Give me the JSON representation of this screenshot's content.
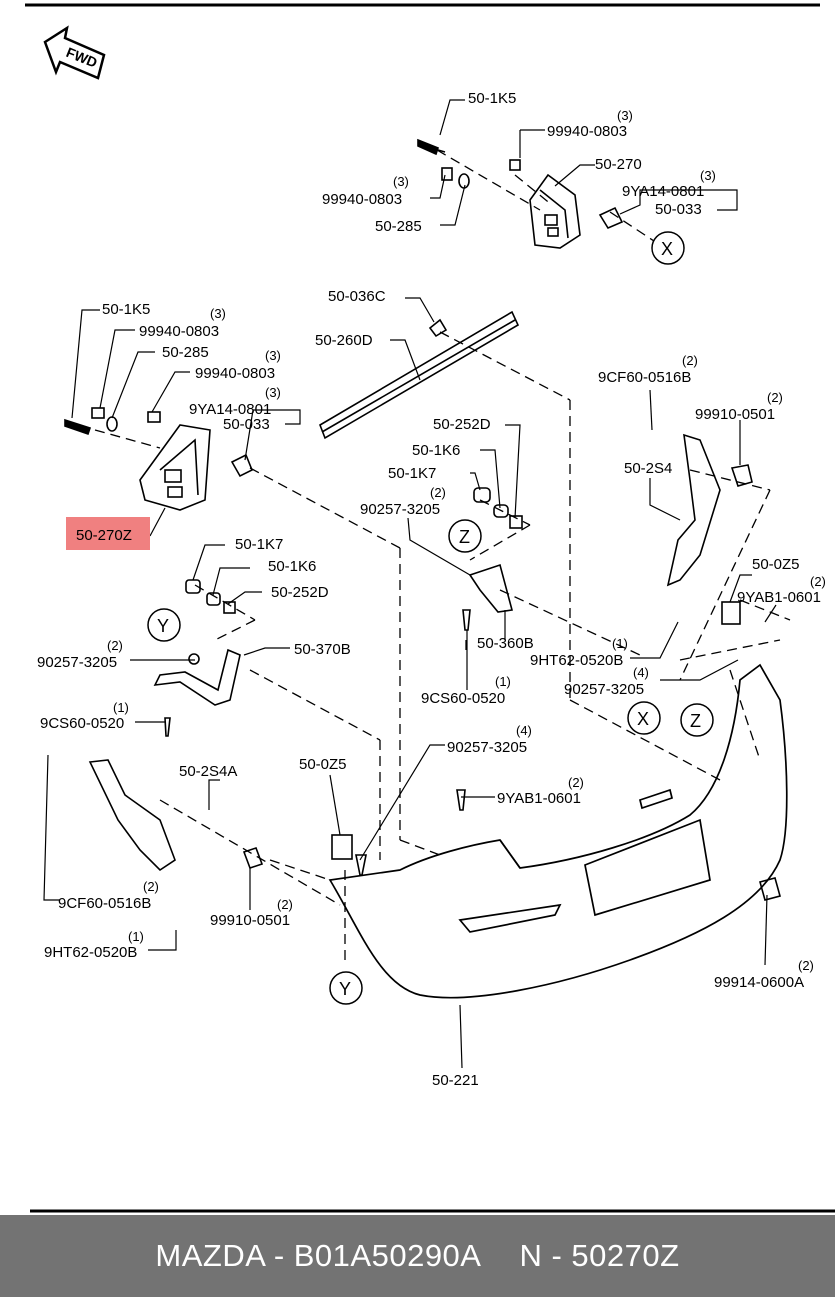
{
  "direction_arrow": "FWD",
  "callout_letters": {
    "x": "X",
    "y": "Y",
    "z": "Z"
  },
  "labels": {
    "top_501k5": "50-1K5",
    "top_99940_a": "99940-0803",
    "top_99940_a_qty": "(3)",
    "top_50270": "50-270",
    "top_9ya14": "9YA14-0801",
    "top_9ya14_qty": "(3)",
    "top_50033": "50-033",
    "top_99940_b": "99940-0803",
    "top_99940_b_qty": "(3)",
    "top_50285": "50-285",
    "l_501k5": "50-1K5",
    "l_99940_a": "99940-0803",
    "l_99940_a_qty": "(3)",
    "l_50285": "50-285",
    "l_99940_b": "99940-0803",
    "l_99940_b_qty": "(3)",
    "l_9ya14": "9YA14-0801",
    "l_9ya14_qty": "(3)",
    "l_50033": "50-033",
    "l_50270z": "50-270Z",
    "c_50036c": "50-036C",
    "c_50260d": "50-260D",
    "c_50252d": "50-252D",
    "c_501k6": "50-1K6",
    "c_501k7": "50-1K7",
    "c_90257": "90257-3205",
    "c_90257_qty": "(2)",
    "m_501k7": "50-1K7",
    "m_501k6": "50-1K6",
    "m_50252d": "50-252D",
    "m_50370b": "50-370B",
    "m_90257": "90257-3205",
    "m_90257_qty": "(2)",
    "m_9cs60": "9CS60-0520",
    "m_9cs60_qty": "(1)",
    "c_50360b": "50-360B",
    "c_9cs60": "9CS60-0520",
    "c_9cs60_qty": "(1)",
    "r_9cf60": "9CF60-0516B",
    "r_9cf60_qty": "(2)",
    "r_99910": "99910-0501",
    "r_99910_qty": "(2)",
    "r_502s4": "50-2S4",
    "r_500z5": "50-0Z5",
    "r_9yab1": "9YAB1-0601",
    "r_9yab1_qty": "(2)",
    "r_9ht62": "9HT62-0520B",
    "r_9ht62_qty": "(1)",
    "r_90257": "90257-3205",
    "r_90257_qty": "(4)",
    "b_502s4a": "50-2S4A",
    "b_500z5": "50-0Z5",
    "b_90257": "90257-3205",
    "b_90257_qty": "(4)",
    "b_9yab1": "9YAB1-0601",
    "b_9yab1_qty": "(2)",
    "b_9cf60": "9CF60-0516B",
    "b_9cf60_qty": "(2)",
    "b_99910": "99910-0501",
    "b_99910_qty": "(2)",
    "b_9ht62": "9HT62-0520B",
    "b_9ht62_qty": "(1)",
    "b_99914": "99914-0600A",
    "b_99914_qty": "(2)",
    "b_50221": "50-221"
  },
  "highlight_color": "#f08080",
  "footer": {
    "brand_part": "MAZDA - B01A50290A",
    "ref": "N - 50270Z"
  }
}
